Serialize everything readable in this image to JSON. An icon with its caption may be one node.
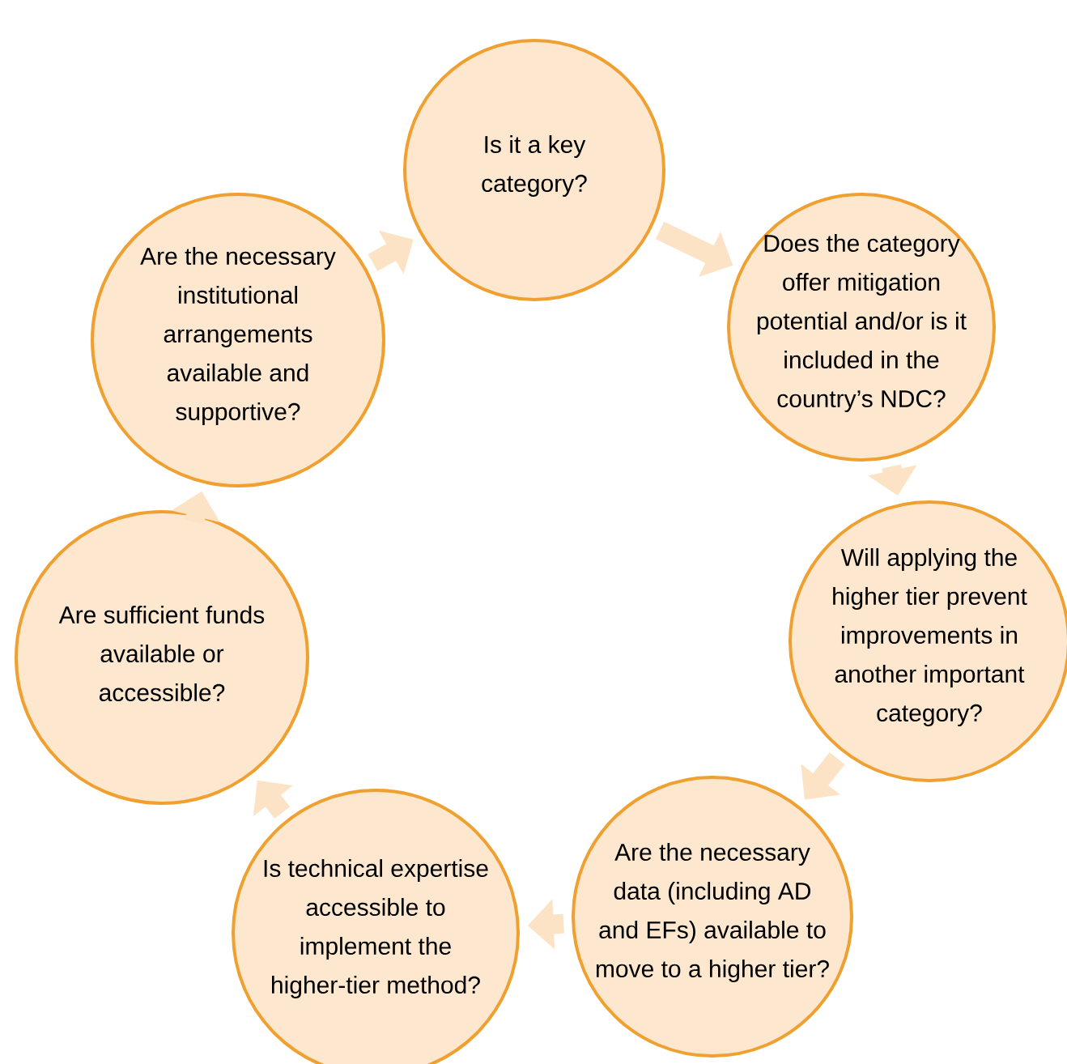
{
  "diagram": {
    "nodes": [
      {
        "text": [
          "Is it a key category?"
        ]
      },
      {
        "text": [
          "Does the category offer mitigation potential and/or is it included in the country’s NDC?"
        ]
      },
      {
        "text": [
          "Will applying the higher tier prevent improvements in another important category?"
        ]
      },
      {
        "text": [
          "Are the necessary data (including AD and EFs) available to move to a higher tier?"
        ]
      },
      {
        "text": [
          "Is technical expertise accessible to implement the higher-tier method?"
        ]
      },
      {
        "text": [
          "Are sufficient funds available or accessible?"
        ]
      },
      {
        "text": [
          "Are the necessary institutional arrangements available and supportive?"
        ]
      }
    ],
    "edges": [
      {
        "from": 0,
        "to": 1,
        "arrow": "to"
      },
      {
        "from": 1,
        "to": 2,
        "arrow": "to"
      },
      {
        "from": 2,
        "to": 3,
        "arrow": "to"
      },
      {
        "from": 3,
        "to": 4,
        "arrow": "to"
      },
      {
        "from": 4,
        "to": 5,
        "arrow": "to"
      },
      {
        "from": 5,
        "to": 6,
        "arrow": "to"
      },
      {
        "from": 6,
        "to": 0,
        "arrow": "to"
      }
    ]
  }
}
